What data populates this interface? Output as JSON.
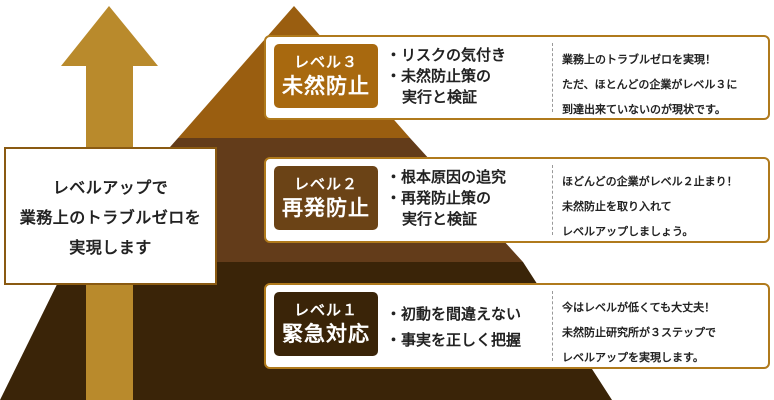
{
  "colors": {
    "pyramid_top": "#9a5e10",
    "pyramid_mid": "#633c1a",
    "pyramid_bottom": "#3a2408",
    "arrow": "#b98a2c",
    "badge_level3": "#a8690f",
    "badge_level2": "#6b4316",
    "badge_level1": "#3a2408"
  },
  "center_box": {
    "lines": [
      "レベルアップで",
      "業務上のトラブルゼロを",
      "実現します"
    ]
  },
  "levels": [
    {
      "level_label": "レベル３",
      "name": "未然防止",
      "items": [
        {
          "text": "・リスクの気付き",
          "cont": ""
        },
        {
          "text": "・未然防止策の",
          "cont": "実行と検証"
        }
      ],
      "desc": [
        "業務上のトラブルゼロを実現！",
        "ただ、ほとんどの企業がレベル３に",
        "到達出来ていないのが現状です。"
      ]
    },
    {
      "level_label": "レベル２",
      "name": "再発防止",
      "items": [
        {
          "text": "・根本原因の追究",
          "cont": ""
        },
        {
          "text": "・再発防止策の",
          "cont": "実行と検証"
        }
      ],
      "desc": [
        "ほどんどの企業がレベル２止まり！",
        "未然防止を取り入れて",
        "レベルアップしましょう。"
      ]
    },
    {
      "level_label": "レベル１",
      "name": "緊急対応",
      "items": [
        {
          "text": "・初動を間違えない",
          "cont": ""
        },
        {
          "text": "・事実を正しく把握",
          "cont": ""
        }
      ],
      "desc": [
        "今はレベルが低くても大丈夫！",
        "未然防止研究所が３ステップで",
        "レベルアップを実現します。"
      ]
    }
  ]
}
